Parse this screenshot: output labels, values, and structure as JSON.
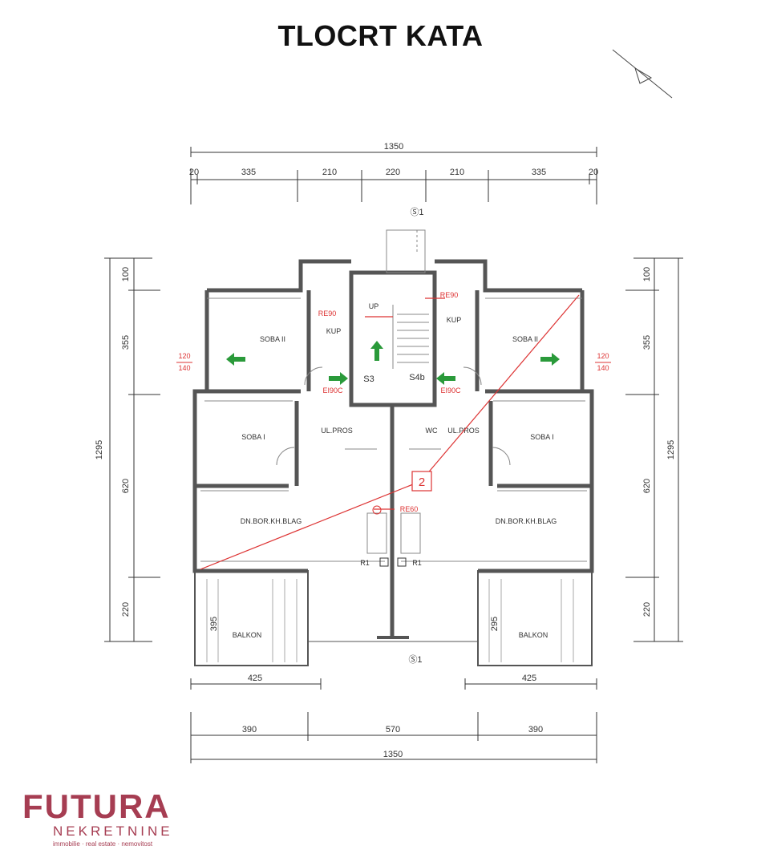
{
  "title": "TLOCRT KATA",
  "dimensions": {
    "top_total": "1350",
    "top_segments": [
      "20",
      "335",
      "210",
      "220",
      "210",
      "335",
      "20"
    ],
    "bottom_total": "1350",
    "bottom_segments": [
      "390",
      "570",
      "390"
    ],
    "balcony_width_left": "425",
    "balcony_width_right": "425",
    "left_total": "1295",
    "left_segments": [
      "100",
      "355",
      "620",
      "220"
    ],
    "right_total": "1295",
    "right_segments": [
      "100",
      "355",
      "620",
      "220"
    ],
    "balcony_depth_left": "395",
    "balcony_depth_right": "295",
    "window_left_top": "120",
    "window_left_bottom": "140",
    "window_right_top": "120",
    "window_right_bottom": "140"
  },
  "rooms": {
    "left": {
      "soba2": "SOBA II",
      "kup": "KUP",
      "soba1": "SOBA I",
      "ul_pros": "UL.PROS",
      "dn_bor": "DN.BOR.KH.BLAG",
      "balkon": "BALKON"
    },
    "right": {
      "soba2": "SOBA II",
      "kup": "KUP",
      "soba1": "SOBA I",
      "ul_pros": "UL.PROS",
      "wc": "WC",
      "dn_bor": "DN.BOR.KH.BLAG",
      "balkon": "BALKON"
    }
  },
  "markers": {
    "axis_top": "Ⓢ1",
    "axis_bottom": "Ⓢ1",
    "section_box": "2",
    "s3": "S3",
    "s4b": "S4b",
    "r1_left": "R1",
    "r1_right": "R1",
    "stair_up": "UP"
  },
  "annotations": {
    "re_top_left": "RE90",
    "re_top_right": "RE90",
    "re_mid": "RE60",
    "ei_left": "EI90C",
    "ei_right": "EI90C"
  },
  "logo": {
    "name": "FUTURA",
    "sub": "NEKRETNINE",
    "tagline": "immobilie · real estate · nemovitost"
  },
  "colors": {
    "walls": "#555555",
    "red_marks": "#dd3333",
    "green_arrows": "#2a9a3a",
    "logo": "#a63d52"
  }
}
